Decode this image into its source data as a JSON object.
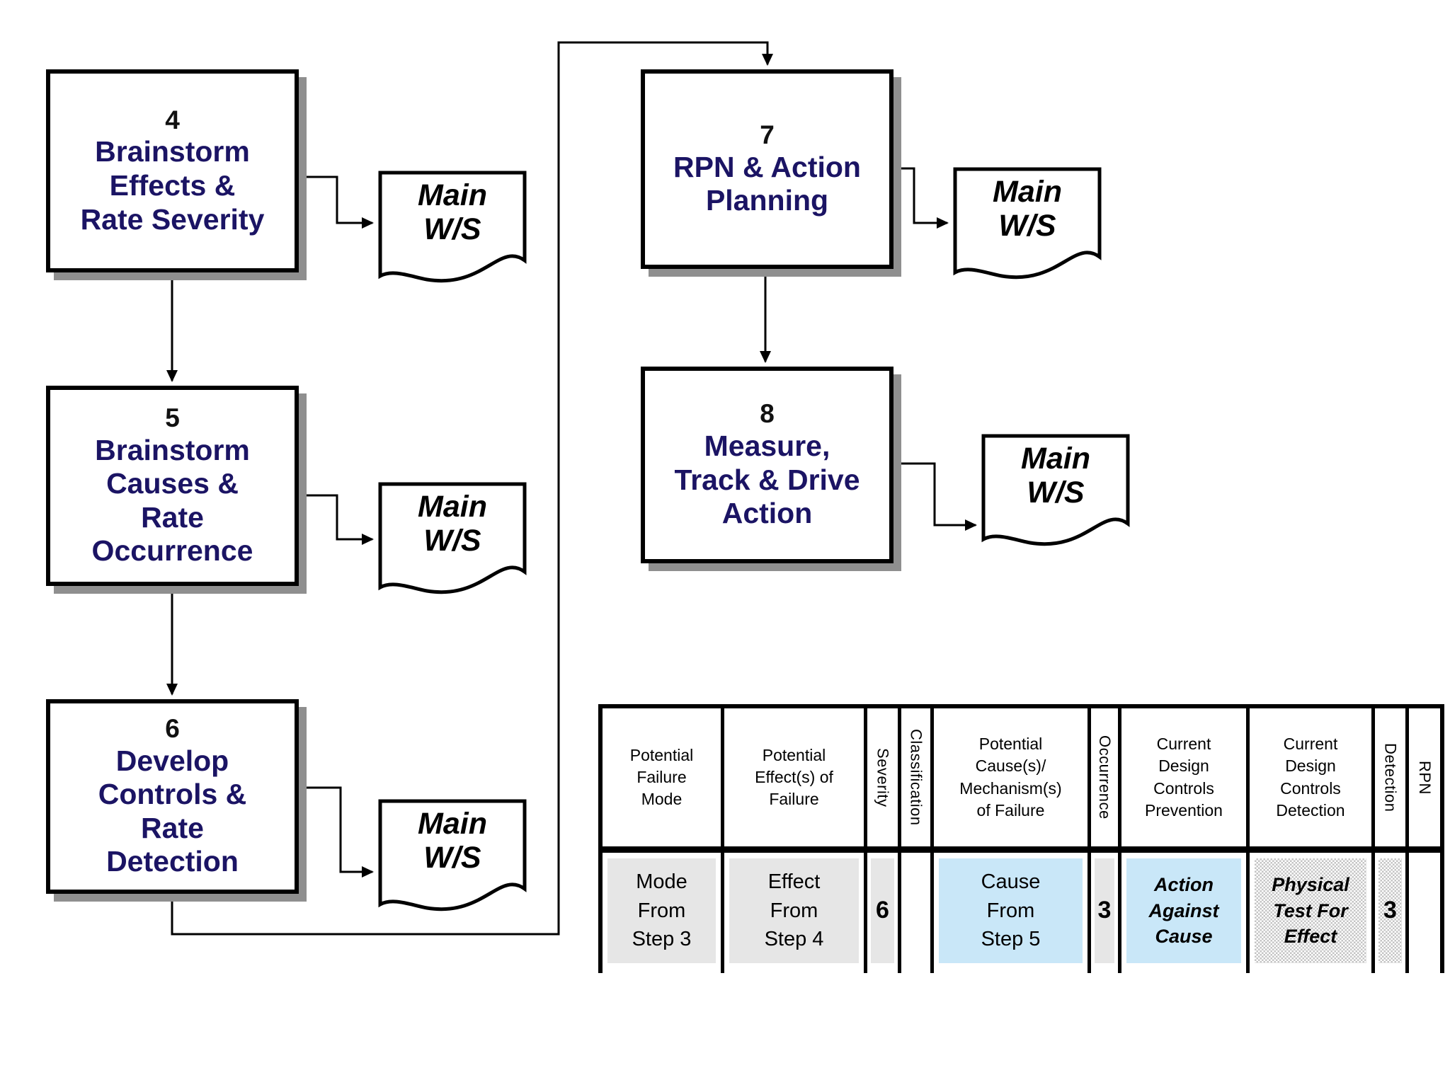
{
  "flowchart": {
    "steps": [
      {
        "number": "4",
        "title": "Brainstorm\nEffects &\nRate Severity"
      },
      {
        "number": "5",
        "title": "Brainstorm\nCauses &\nRate\nOccurrence"
      },
      {
        "number": "6",
        "title": "Develop\nControls &\nRate\nDetection"
      },
      {
        "number": "7",
        "title": "RPN & Action\nPlanning"
      },
      {
        "number": "8",
        "title": "Measure,\nTrack & Drive\nAction"
      }
    ],
    "documents": [
      "Main\nW/S",
      "Main\nW/S",
      "Main\nW/S",
      "Main\nW/S",
      "Main\nW/S"
    ]
  },
  "table": {
    "headers": [
      {
        "label": "Potential\nFailure\nMode",
        "orientation": "horizontal"
      },
      {
        "label": "Potential\nEffect(s) of\nFailure",
        "orientation": "horizontal"
      },
      {
        "label": "Severity",
        "orientation": "vertical"
      },
      {
        "label": "Classification",
        "orientation": "vertical"
      },
      {
        "label": "Potential\nCause(s)/\nMechanism(s)\nof Failure",
        "orientation": "horizontal"
      },
      {
        "label": "Occurrence",
        "orientation": "vertical"
      },
      {
        "label": "Current\nDesign\nControls\nPrevention",
        "orientation": "horizontal"
      },
      {
        "label": "Current\nDesign\nControls\nDetection",
        "orientation": "horizontal"
      },
      {
        "label": "Detection",
        "orientation": "vertical"
      },
      {
        "label": "RPN",
        "orientation": "vertical"
      }
    ],
    "row": [
      {
        "value": "Mode\nFrom\nStep 3",
        "highlight": "gray"
      },
      {
        "value": "Effect\nFrom\nStep 4",
        "highlight": "gray"
      },
      {
        "value": "6",
        "highlight": "gray"
      },
      {
        "value": "",
        "highlight": "none"
      },
      {
        "value": "Cause\nFrom\nStep 5",
        "highlight": "blue"
      },
      {
        "value": "3",
        "highlight": "gray"
      },
      {
        "value": "Action\nAgainst\nCause",
        "highlight": "blue"
      },
      {
        "value": "Physical\nTest For\nEffect",
        "highlight": "halftone"
      },
      {
        "value": "3",
        "highlight": "halftone"
      },
      {
        "value": "",
        "highlight": "none"
      }
    ]
  },
  "colors": {
    "box_title": "#1b1464",
    "step_number": "#111111",
    "box_border": "#000000",
    "box_shadow": "#8f8f8f",
    "highlight_blue": "#c9e7f8",
    "highlight_gray": "#e6e6e6",
    "halftone_gray": "#c4c4c4"
  }
}
